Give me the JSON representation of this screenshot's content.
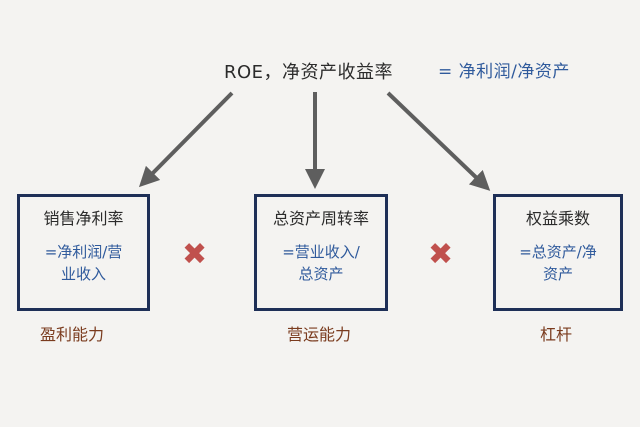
{
  "header": {
    "title": "ROE，净资产收益率",
    "formula": "= 净利润/净资产"
  },
  "boxes": [
    {
      "title": "销售净利率",
      "formula_line1": "=净利润/营",
      "formula_line2": "业收入",
      "label": "盈利能力"
    },
    {
      "title": "总资产周转率",
      "formula_line1": "=营业收入/",
      "formula_line2": "总资产",
      "label": "营运能力"
    },
    {
      "title": "权益乘数",
      "formula_line1": "=总资产/净",
      "formula_line2": "资产",
      "label": "杠杆"
    }
  ],
  "operators": [
    "✖",
    "✖"
  ],
  "colors": {
    "box_border": "#1e2f57",
    "formula": "#2f5a9c",
    "label": "#7a3b1e",
    "operator": "#c0504d",
    "arrow": "#5e5e5e"
  }
}
